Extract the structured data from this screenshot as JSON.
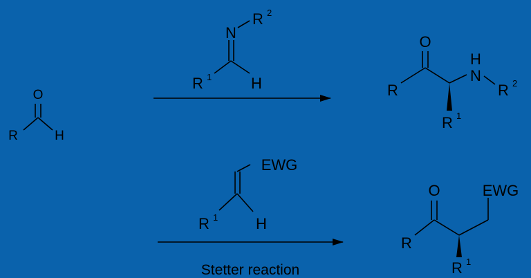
{
  "colors": {
    "background": "#0a62ac",
    "ink": "#000000"
  },
  "aldehyde": {
    "o": "O",
    "r": "R",
    "h": "H"
  },
  "imine": {
    "n": "N",
    "r2": "R",
    "r2_sup": "2",
    "r1": "R",
    "r1_sup": "1",
    "h": "H"
  },
  "aminoketone": {
    "o": "O",
    "r": "R",
    "n": "N",
    "h": "H",
    "r2": "R",
    "r2_sup": "2",
    "r1": "R",
    "r1_sup": "1"
  },
  "alkene": {
    "ewg": "EWG",
    "r1": "R",
    "r1_sup": "1",
    "h": "H"
  },
  "stetter_product": {
    "o": "O",
    "ewg": "EWG",
    "r": "R",
    "r1": "R",
    "r1_sup": "1"
  },
  "arrows": {
    "bottom_caption": "Stetter reaction"
  }
}
